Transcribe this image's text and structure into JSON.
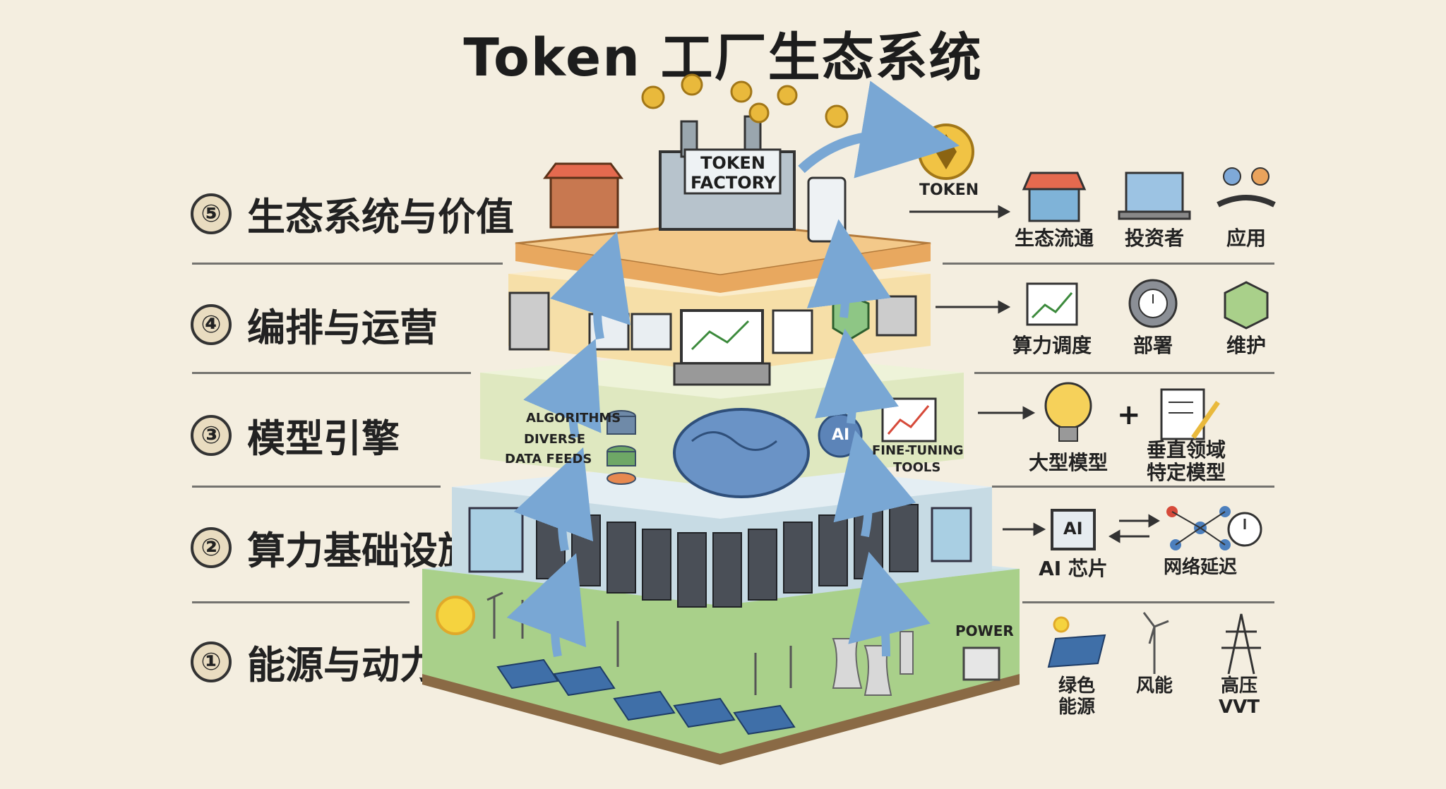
{
  "title": "Token 工厂生态系统",
  "layers": [
    {
      "num": "⑤",
      "label": "生态系统与价值"
    },
    {
      "num": "④",
      "label": "编排与运营"
    },
    {
      "num": "③",
      "label": "模型引擎"
    },
    {
      "num": "②",
      "label": "算力基础设施"
    },
    {
      "num": "①",
      "label": "能源与动力"
    }
  ],
  "factory_sign": "TOKEN\nFACTORY",
  "token_label": "TOKEN",
  "power_label": "POWER",
  "engine_labels": {
    "algorithms": "ALGORITHMS",
    "diverse": "DIVERSE",
    "data_feeds": "DATA FEEDS",
    "ai": "AI",
    "fine_tuning": "FINE-TUNING",
    "tools": "TOOLS"
  },
  "right_icons": {
    "layer5": [
      "生态流通",
      "投资者",
      "应用"
    ],
    "layer4": [
      "算力调度",
      "部署",
      "维护"
    ],
    "layer3": [
      "大型模型",
      "+",
      "垂直领域\n特定模型"
    ],
    "layer2": [
      "AI 芯片",
      "网络延迟"
    ],
    "layer1": [
      "绿色\n能源",
      "风能",
      "高压\nVVT"
    ]
  },
  "chip_text": "AI",
  "colors": {
    "background": "#f4eee0",
    "layer5": "#f3c98a",
    "layer4": "#f6dfa8",
    "layer3": "#dfe8c0",
    "layer2": "#c7dbe4",
    "layer1": "#8fba6a",
    "soil": "#8a6a45",
    "arrow": "#79a7d4",
    "gold": "#e9b93c"
  }
}
